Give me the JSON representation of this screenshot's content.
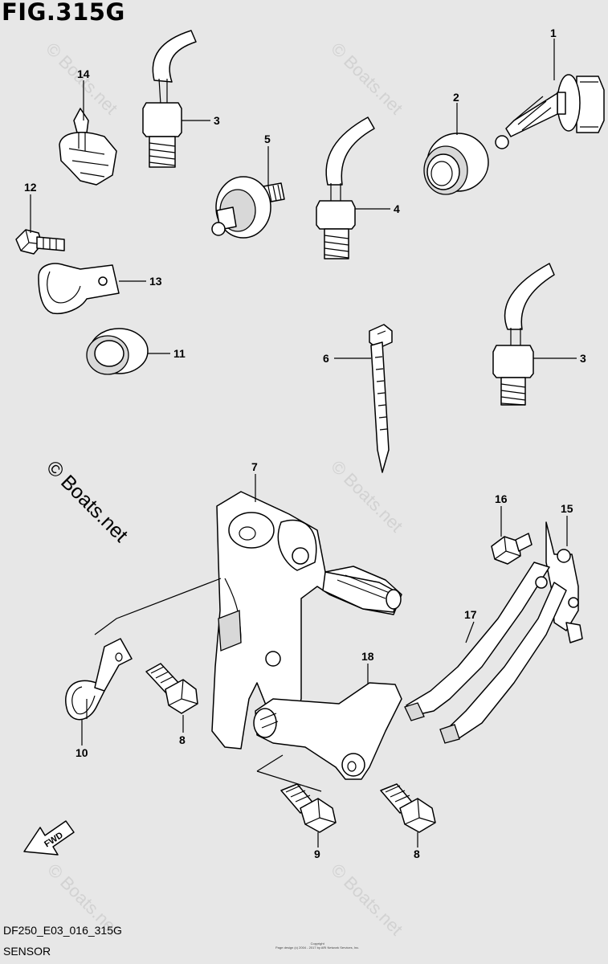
{
  "figure": {
    "title": "FIG.315G",
    "code": "DF250_E03_016_315G",
    "caption": "SENSOR"
  },
  "watermark": {
    "text": "© Boats.net"
  },
  "copyright": {
    "line1": "Copyright",
    "line2": "Page design (c) 2004 - 2017 by ARI Network Services, Inc."
  },
  "direction": {
    "label": "FWD"
  },
  "callouts": [
    "1",
    "2",
    "3",
    "3",
    "4",
    "5",
    "6",
    "7",
    "8",
    "8",
    "9",
    "10",
    "11",
    "12",
    "13",
    "14",
    "15",
    "16",
    "17",
    "18"
  ]
}
